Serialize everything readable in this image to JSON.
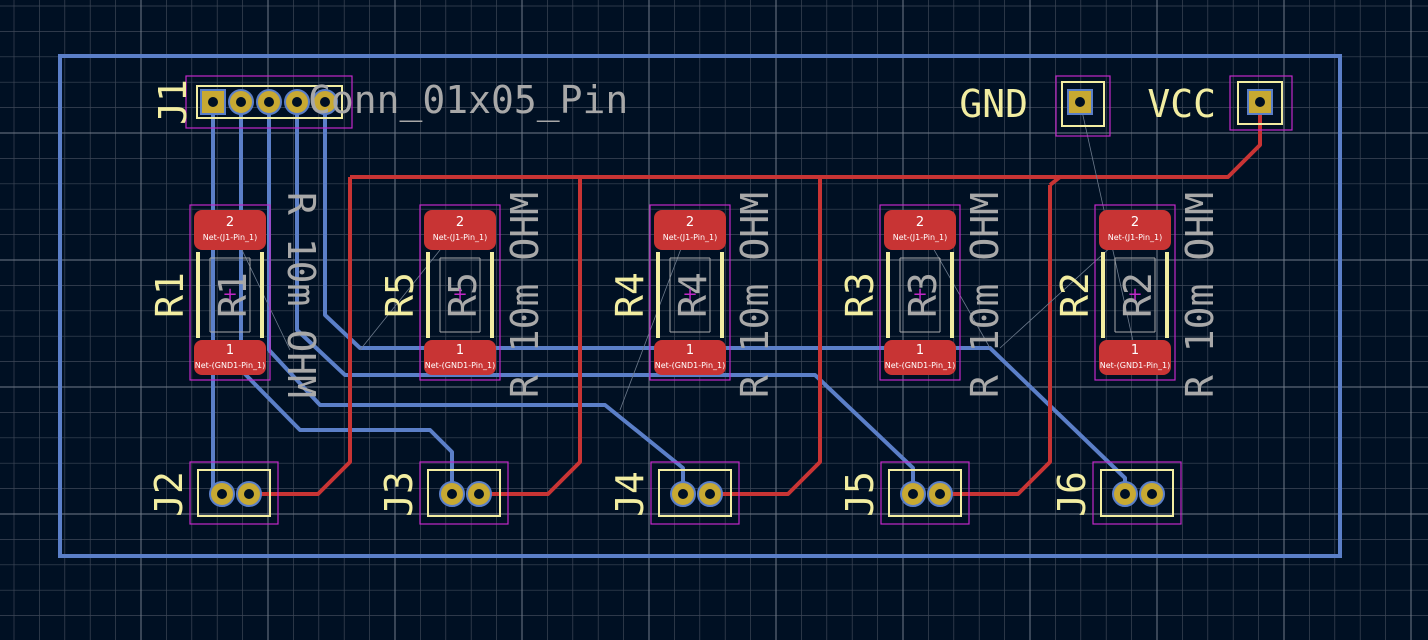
{
  "layout_title": "Conn_01x05_Pin",
  "connector_main": {
    "ref": "J1",
    "value": "Conn_01x05_Pin"
  },
  "power": [
    {
      "label": "GND"
    },
    {
      "label": "VCC"
    }
  ],
  "resistors": [
    {
      "ref": "R1",
      "value": "R 10m OHM",
      "pad2_num": "2",
      "pad2_net": "Net-(J1-Pin_1)",
      "pad1_num": "1",
      "pad1_net": "Net-(GND1-Pin_1)"
    },
    {
      "ref": "R5",
      "value": "R 10m OHM",
      "pad2_num": "2",
      "pad2_net": "Net-(J1-Pin_1)",
      "pad1_num": "1",
      "pad1_net": "Net-(GND1-Pin_1)"
    },
    {
      "ref": "R4",
      "value": "R 10m OHM",
      "pad2_num": "2",
      "pad2_net": "Net-(J1-Pin_1)",
      "pad1_num": "1",
      "pad1_net": "Net-(GND1-Pin_1)"
    },
    {
      "ref": "R3",
      "value": "R 10m OHM",
      "pad2_num": "2",
      "pad2_net": "Net-(J1-Pin_1)",
      "pad1_num": "1",
      "pad1_net": "Net-(GND1-Pin_1)"
    },
    {
      "ref": "R2",
      "value": "R 10m OHM",
      "pad2_num": "2",
      "pad2_net": "Net-(J1-Pin_1)",
      "pad1_num": "1",
      "pad1_net": "Net-(GND1-Pin_1)"
    }
  ],
  "connectors": [
    {
      "ref": "J2"
    },
    {
      "ref": "J3"
    },
    {
      "ref": "J4"
    },
    {
      "ref": "J5"
    },
    {
      "ref": "J6"
    }
  ],
  "colors": {
    "background": "#001023",
    "grid": "#5a6475",
    "board_edge": "#5b7fc8",
    "front_copper": "#c83434",
    "back_copper": "#5b7fc8",
    "silkscreen": "#f2eda1",
    "courtyard": "#c228c8",
    "pad_gold": "#c8a932"
  }
}
